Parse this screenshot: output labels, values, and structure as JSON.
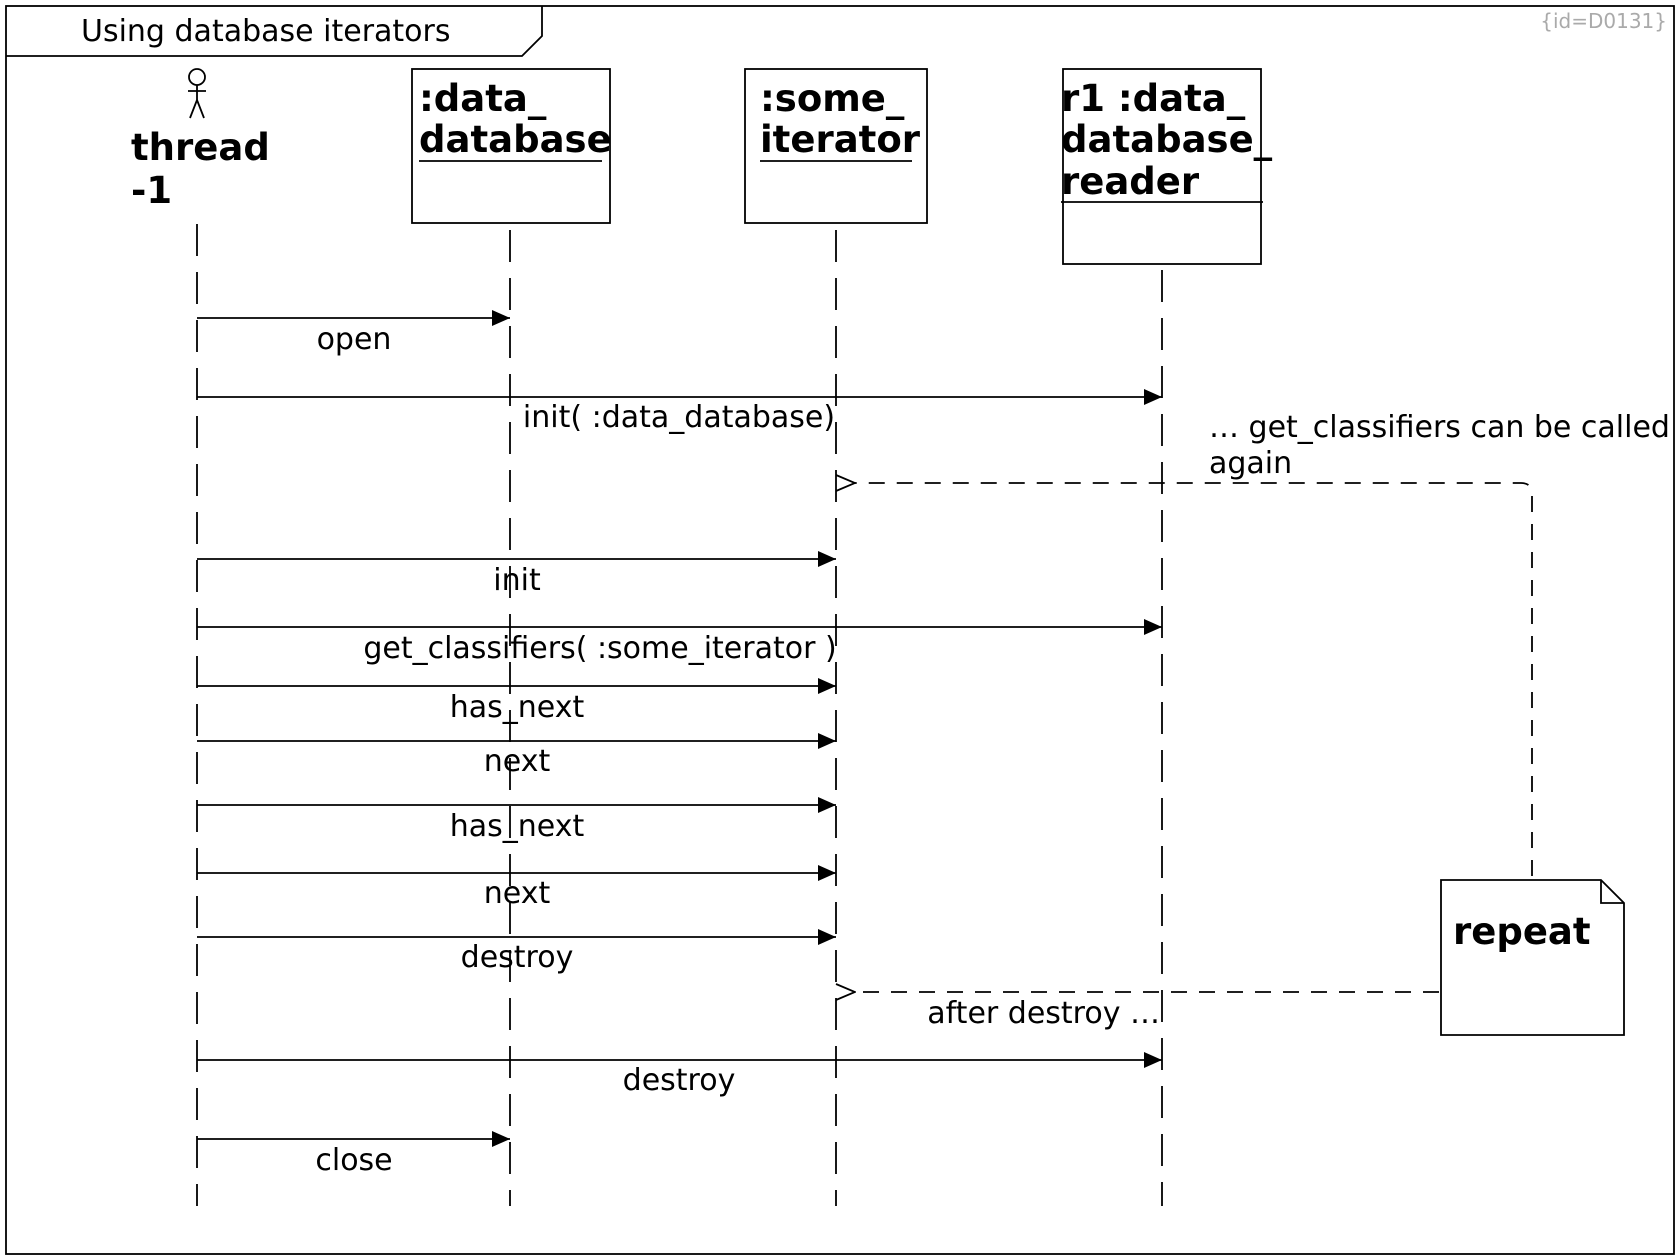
{
  "frame": {
    "title": "Using database iterators",
    "diagram_id": "{id=D0131}"
  },
  "actor": {
    "label_lines": [
      "thread",
      "-1"
    ],
    "icon": "stick-figure-icon"
  },
  "objects": [
    {
      "key": "data-database",
      "label_lines": [
        ":data_",
        "database"
      ]
    },
    {
      "key": "some-iterator",
      "label_lines": [
        ":some_",
        "iterator"
      ]
    },
    {
      "key": "data-database-reader",
      "label_lines": [
        "r1 :data_",
        "database_",
        "reader"
      ]
    }
  ],
  "messages": [
    {
      "label": "open"
    },
    {
      "label": "init( :data_database)"
    },
    {
      "label": "init"
    },
    {
      "label": "get_classifiers( :some_iterator )"
    },
    {
      "label": "has_next"
    },
    {
      "label": "next"
    },
    {
      "label": "has_next"
    },
    {
      "label": "next"
    },
    {
      "label": "destroy"
    },
    {
      "label": "destroy"
    },
    {
      "label": "close"
    }
  ],
  "notes": [
    {
      "key": "get-classifiers-again",
      "label_lines": [
        "… get_classifiers can be called",
        "again"
      ]
    },
    {
      "key": "after-destroy",
      "label_lines": [
        "after destroy …"
      ]
    }
  ],
  "repeat_note": {
    "label": "repeat"
  }
}
